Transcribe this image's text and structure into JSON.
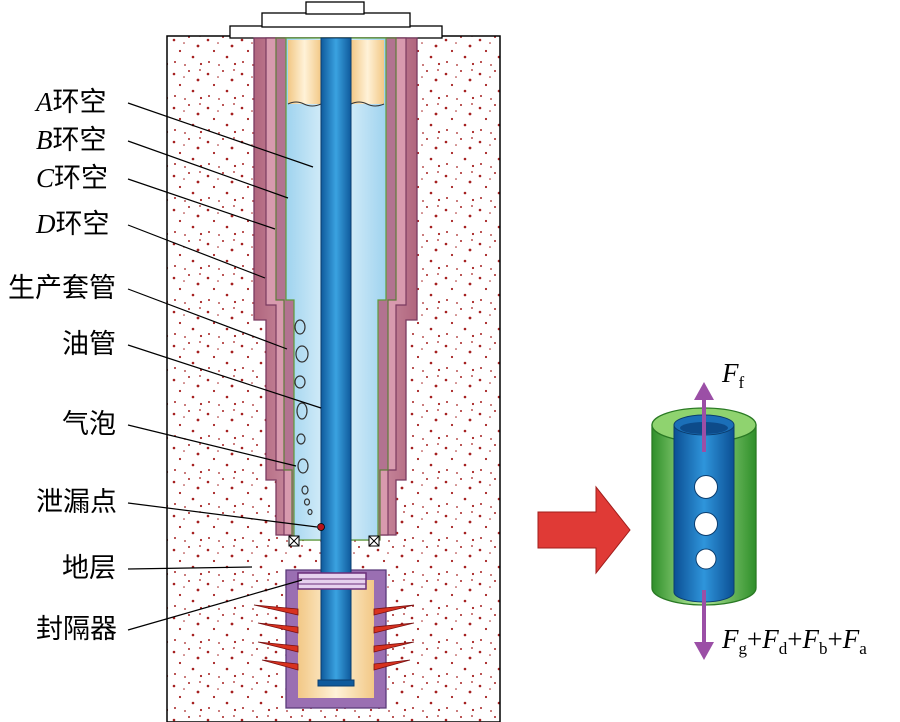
{
  "labels": {
    "a_annulus": {
      "letter": "A",
      "text": "环空"
    },
    "b_annulus": {
      "letter": "B",
      "text": "环空"
    },
    "c_annulus": {
      "letter": "C",
      "text": "环空"
    },
    "d_annulus": {
      "letter": "D",
      "text": "环空"
    },
    "production_casing": "生产套管",
    "tubing": "油管",
    "bubble": "气泡",
    "leak_point": "泄漏点",
    "formation": "地层",
    "packer": "封隔器"
  },
  "forces": {
    "up": {
      "symbol": "F",
      "sub": "f"
    },
    "down": [
      {
        "symbol": "F",
        "sub": "g"
      },
      {
        "symbol": "F",
        "sub": "d"
      },
      {
        "symbol": "F",
        "sub": "b"
      },
      {
        "symbol": "F",
        "sub": "a"
      }
    ],
    "plus": "+"
  },
  "colors": {
    "formation_dots": "#a52020",
    "casing_pink": "#c98a9a",
    "casing_outline": "#7a3a60",
    "annulus_cream": "#f6d9a6",
    "annulus_blue": "#bfe3f5",
    "tubing_blue": "#1f7fc4",
    "arrow_red": "#e03a36",
    "force_arrow": "#9b4fa6",
    "cylinder_green": "#59c247",
    "perforation_red": "#d8321f"
  }
}
